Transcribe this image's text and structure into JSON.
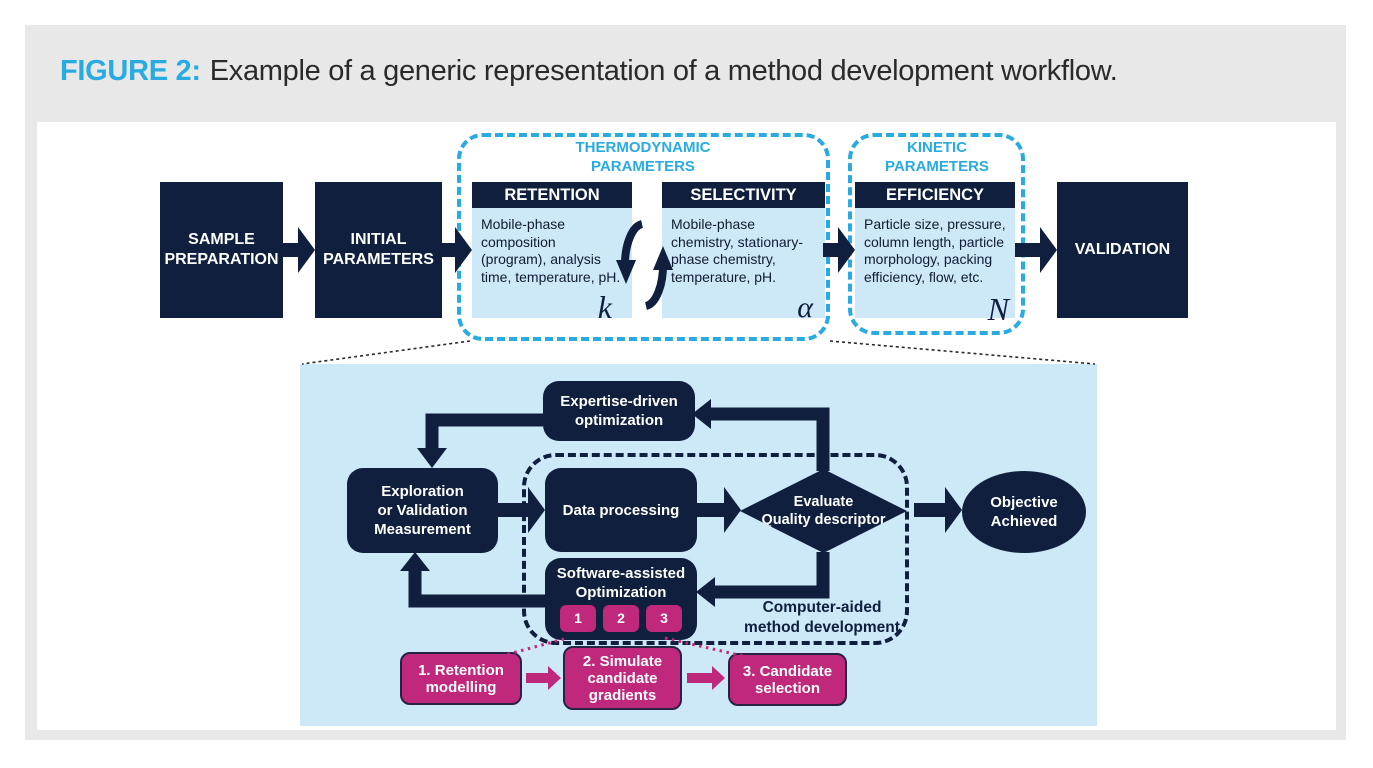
{
  "colors": {
    "navy": "#0f1f3d",
    "cyan": "#29abe2",
    "panel_blue": "#cde8f7",
    "magenta": "#c0287c",
    "frame_grey": "#e8e8e8"
  },
  "title": {
    "label": "FIGURE 2:",
    "caption": "Example of a generic representation of a method development workflow."
  },
  "top_flow": {
    "sample_preparation": "SAMPLE PREPARATION",
    "initial_parameters": "INITIAL PARAMETERS",
    "validation": "VALIDATION",
    "thermodynamic": {
      "title": "THERMODYNAMIC PARAMETERS",
      "retention": {
        "header": "RETENTION",
        "body": "Mobile-phase composition (program), analysis time, temperature, pH.",
        "symbol": "k"
      },
      "selectivity": {
        "header": "SELECTIVITY",
        "body": "Mobile-phase chemistry, stationary-phase chemistry, temperature, pH.",
        "symbol": "α"
      }
    },
    "kinetic": {
      "title": "KINETIC PARAMETERS",
      "efficiency": {
        "header": "EFFICIENCY",
        "body": "Particle size, pressure, column length, particle morphology, packing efficiency, flow, etc.",
        "symbol": "N"
      }
    }
  },
  "optimization_loop": {
    "expertise": "Expertise-driven optimization",
    "exploration_lines": [
      "Exploration",
      "or Validation",
      "Measurement"
    ],
    "data_processing": "Data processing",
    "software_assisted": "Software-assisted Optimization",
    "software_steps": [
      "1",
      "2",
      "3"
    ],
    "evaluate_lines": [
      "Evaluate",
      "Quality descriptor"
    ],
    "objective": "Objective Achieved",
    "computer_aided_lines": [
      "Computer-aided",
      "method development"
    ]
  },
  "candidate_steps": [
    "1. Retention modelling",
    "2. Simulate candidate gradients",
    "3. Candidate selection"
  ]
}
